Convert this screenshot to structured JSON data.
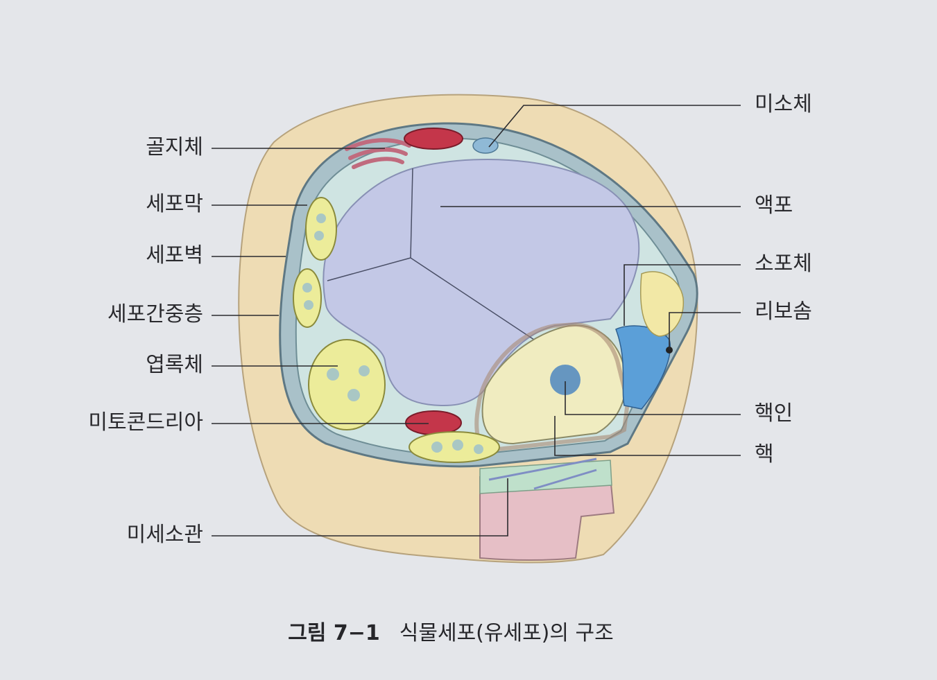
{
  "labels": {
    "golgi": "골지체",
    "cell_membrane": "세포막",
    "cell_wall": "세포벽",
    "middle_lamella": "세포간중층",
    "chloroplast": "엽록체",
    "mitochondria": "미토콘드리아",
    "microtubule": "미세소관",
    "microbody": "미소체",
    "vacuole": "액포",
    "er": "소포체",
    "ribosome": "리보솜",
    "nucleolus": "핵인",
    "nucleus": "핵"
  },
  "caption": {
    "number": "그림 7−1",
    "title": "식물세포(유세포)의 구조"
  },
  "colors": {
    "background": "#e4e6ea",
    "outer_tissue": "#eedcb4",
    "cell_wall": "#a9c1c9",
    "cytoplasm": "#cfe4e2",
    "vacuole": "#c3c8e6",
    "chloroplast": "#ecec9a",
    "mitochondria": "#c4364a",
    "golgi": "#e7a6b3",
    "nucleus": "#f0ecc0",
    "er": "#5b9fd8",
    "leader_line": "#2a2a2e"
  }
}
